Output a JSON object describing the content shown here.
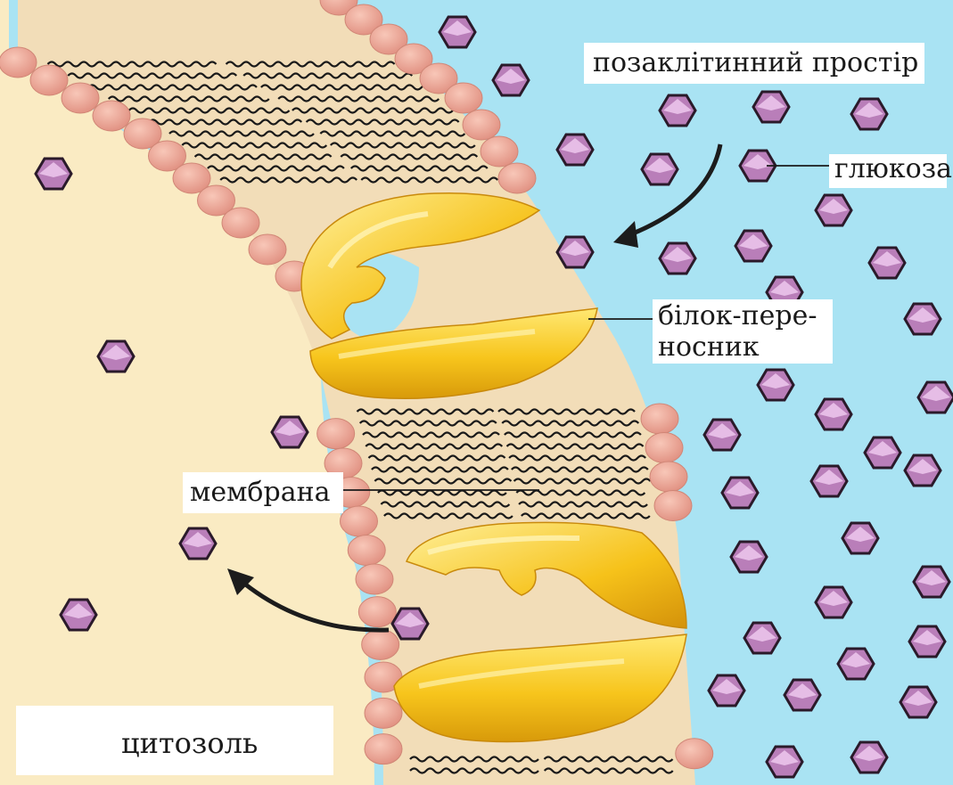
{
  "labels": {
    "extracellular": "позаклітинний простір",
    "glucose": "глюкоза",
    "carrier_line1": "білок-пере-",
    "carrier_line2": "носник",
    "membrane": "мембрана",
    "cytosol": "цитозоль"
  },
  "colors": {
    "extracellular": "#a9e3f3",
    "cytosol": "#faebc3",
    "membrane_core": "#f2ddb8",
    "lipid_head": "#eea696",
    "glucose_fill": "#c98fc9",
    "glucose_outline": "#2a1a2a",
    "carrier_protein": "#f5c51a",
    "arrow": "#1c1c1c"
  },
  "icons": {
    "glucose": "glucose-molecule-icon",
    "arrow": "curved-arrow-icon"
  }
}
